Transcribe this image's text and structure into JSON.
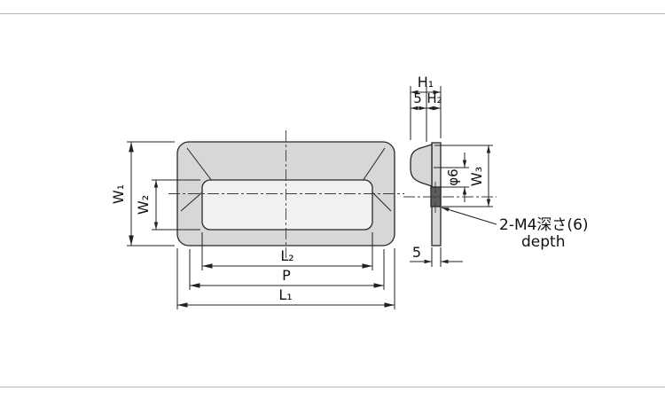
{
  "page": {
    "background": "#ffffff",
    "frame_color": "#b5b5b5"
  },
  "drawing": {
    "kind": "mechanical two-view dimension drawing of a recessed pull handle",
    "colors": {
      "body_fill": "#d7d7d7",
      "recess_fill": "#f1f1f1",
      "boss_fill": "#5e5e5e",
      "line": "#222222",
      "centerline": "#3c3c3c"
    },
    "front_view": {
      "dim_w1": "W₁",
      "dim_w2": "W₂",
      "dim_l2": "L₂",
      "dim_p": "P",
      "dim_l1": "L₁"
    },
    "side_view": {
      "dim_h1": "H₁",
      "dim_5_top": "5",
      "dim_h2": "H₂",
      "dim_dia6": "φ6",
      "dim_w3": "W₃",
      "dim_5_bottom": "5",
      "note_line1": "2-M4深さ(6)",
      "note_line2": "depth"
    }
  }
}
